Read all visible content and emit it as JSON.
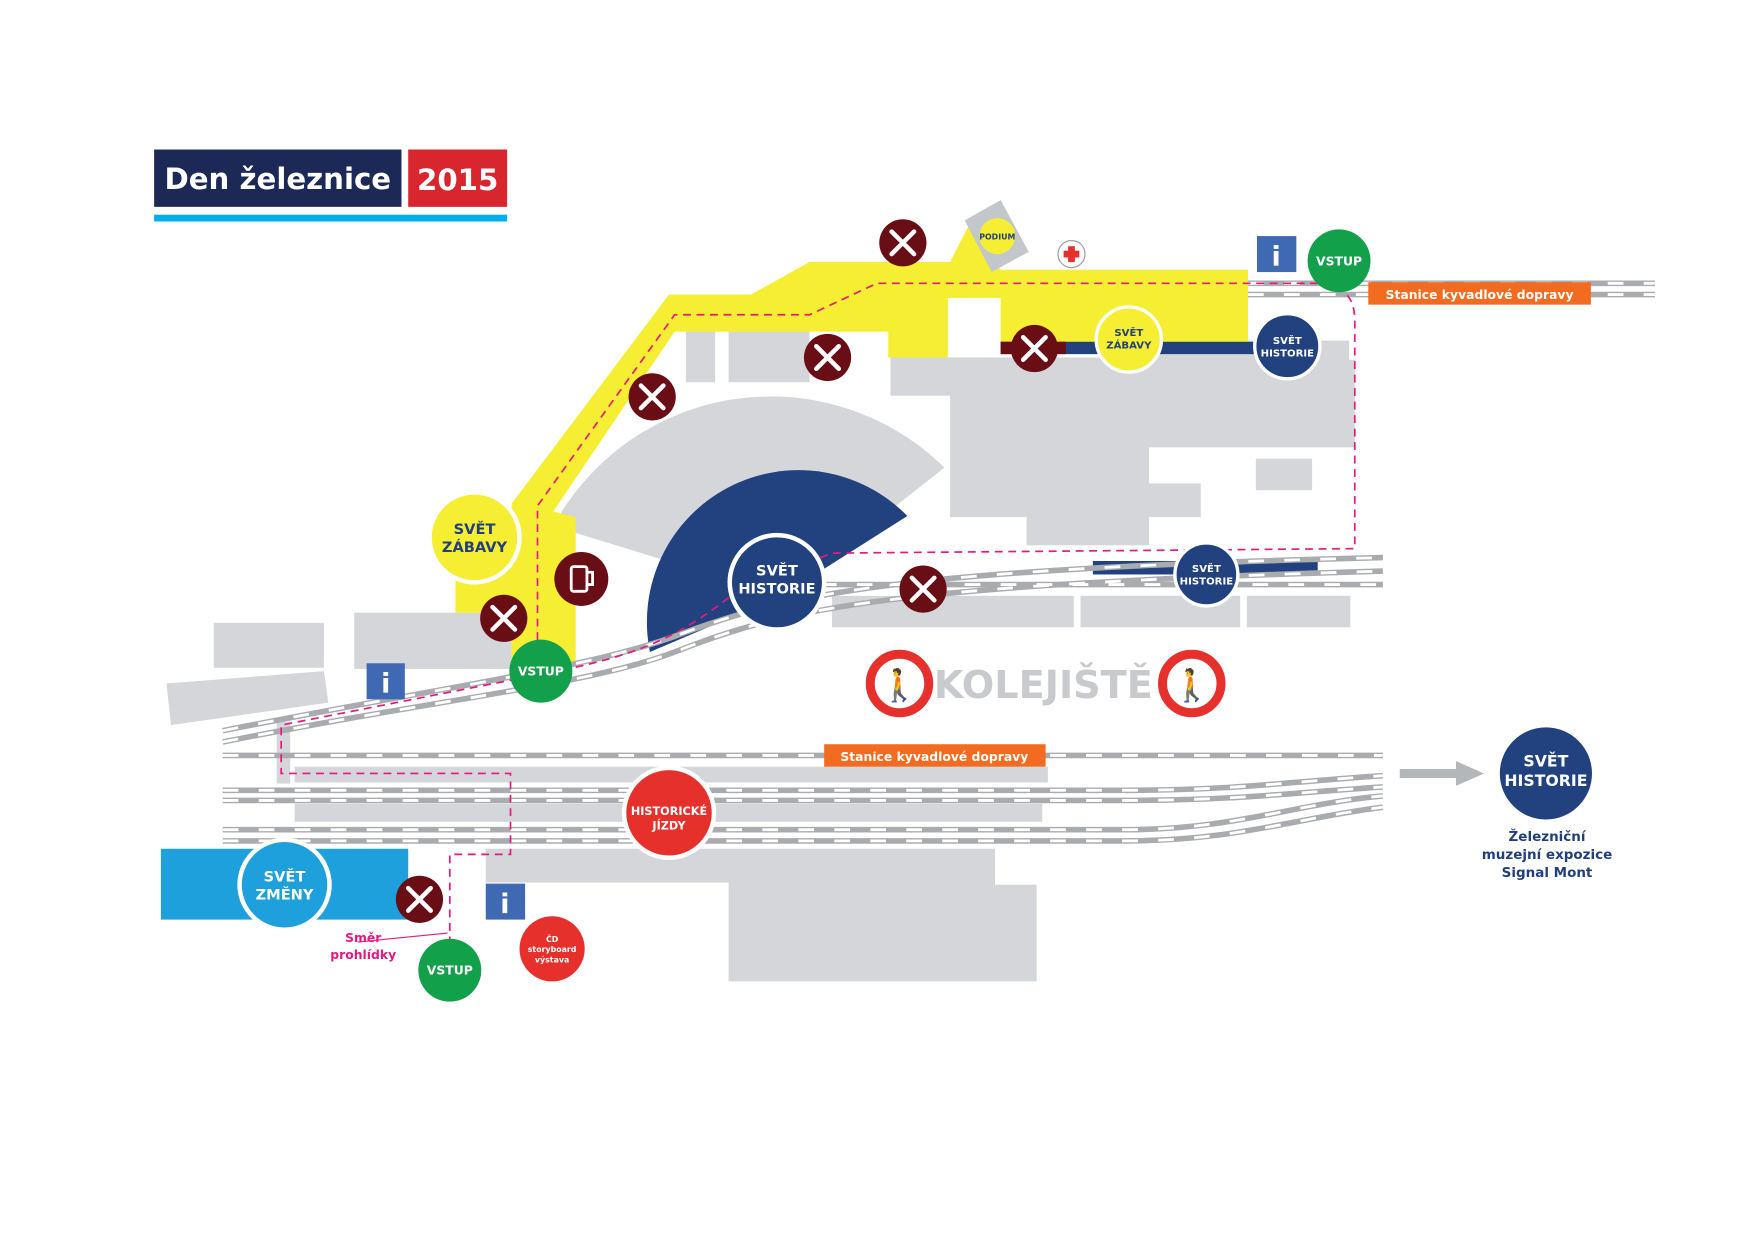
{
  "header": {
    "title": "Den železnice",
    "year": "2015"
  },
  "colors": {
    "navy": "#1c2957",
    "red": "#d9252e",
    "cyan": "#00aeef",
    "yellow": "#f5ee33",
    "history": "#21427f",
    "entry": "#13a04a",
    "food": "#6a0e16",
    "info": "#3f69b3",
    "change": "#1ea0dc",
    "shuttle": "#f26b21",
    "route": "#e6197f",
    "gray": "#d4d6d9"
  },
  "labels": {
    "svet": "SVĚT",
    "historie": "HISTORIE",
    "zabavy": "ZÁBAVY",
    "zmeny": "ZMĚNY",
    "vstup": "VSTUP",
    "podium": "PODIUM",
    "historicke": "HISTORICKÉ",
    "jizdy": "JÍZDY",
    "info": "i",
    "kolejiste": "KOLEJIŠTĚ",
    "shuttle_top": "Stanice kyvadlové dopravy",
    "shuttle_mid": "Stanice kyvadlové dopravy",
    "route_1": "Směr",
    "route_2": "prohlídky",
    "cd_1": "ČD",
    "cd_2": "storyboard",
    "cd_3": "výstava",
    "museum_1": "Železniční",
    "museum_2": "muzejní expozice",
    "museum_3": "Signal Mont"
  },
  "icons": [
    "restaurant-icon",
    "beer-icon",
    "info-icon",
    "first-aid-icon",
    "no-pedestrians-icon",
    "arrow-right-icon"
  ]
}
